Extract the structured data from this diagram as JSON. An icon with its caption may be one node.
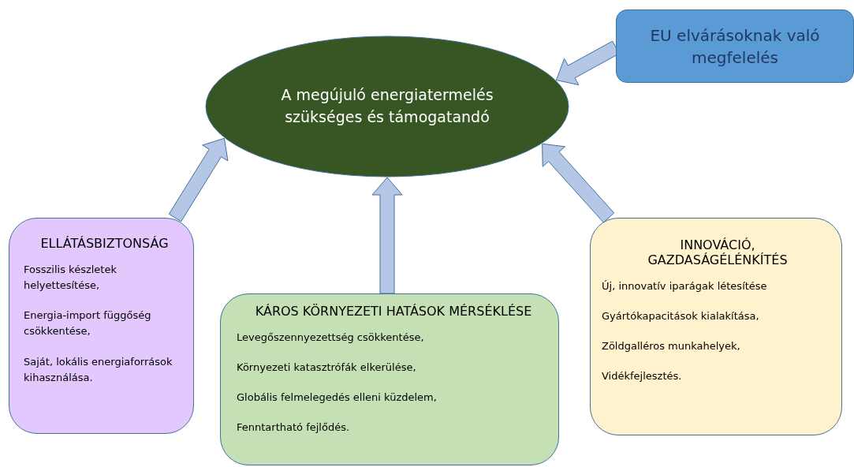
{
  "diagram": {
    "nodes": [
      {
        "text": [
          "A megújuló energiatermelés szükséges és támogatandó"
        ]
      },
      {
        "text": [
          "EU elvárásoknak való megfelelés"
        ]
      },
      {
        "text": [
          "ELLÁTÁSBIZTONSÁG",
          "Fosszilis készletek helyettesítése,",
          "Energia-import függőség csökkentése,",
          "Saját, lokális energiaforrások kihasználása."
        ]
      },
      {
        "text": [
          "KÁROS KÖRNYEZETI HATÁSOK MÉRSÉKLÉSE",
          "Levegőszennyezettség csökkentése,",
          "Környezeti katasztrófák elkerülése,",
          "Globális felmelegedés elleni küzdelem,",
          "Fenntartható fejlődés."
        ]
      },
      {
        "text": [
          "INNOVÁCIÓ, GAZDASÁGÉLÉNKÍTÉS",
          "Új, innovatív iparágak létesítése",
          "Gyártókapacitások kialakítása,",
          "Zöldgalléros munkahelyek,",
          "Vidékfejlesztés."
        ]
      }
    ],
    "edges": [
      {
        "from": 1,
        "to": 0,
        "arrow": "to"
      },
      {
        "from": 2,
        "to": 0,
        "arrow": "to"
      },
      {
        "from": 3,
        "to": 0,
        "arrow": "to"
      },
      {
        "from": 4,
        "to": 0,
        "arrow": "to"
      }
    ]
  }
}
